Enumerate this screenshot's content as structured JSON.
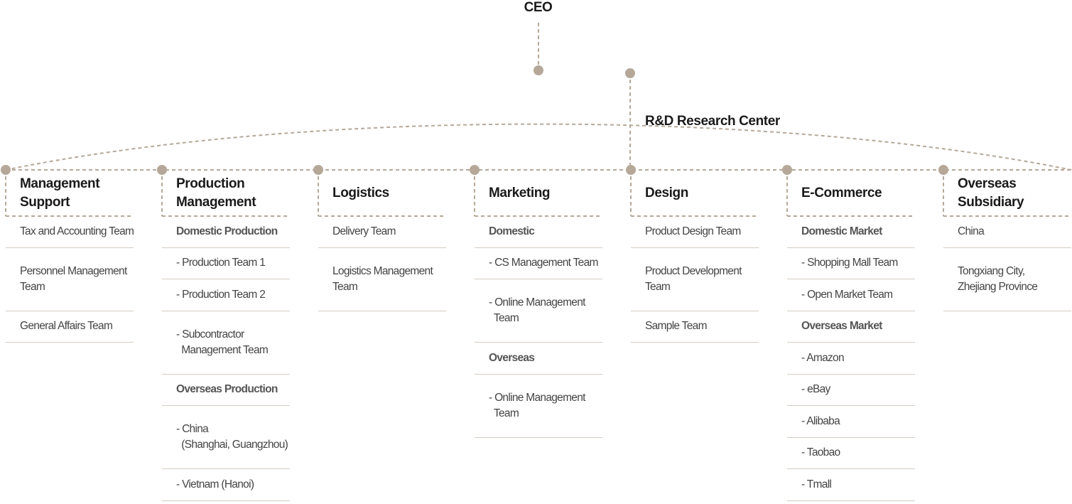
{
  "ceo": "CEO",
  "rnd": "R&D Research Center",
  "colors": {
    "dot": "#b5a898",
    "line": "#d5ccc2",
    "dash": "#b5a898"
  },
  "columns": [
    {
      "title": "Management\nSupport",
      "items": [
        {
          "text": "Tax and Accounting Team",
          "sub": false,
          "lines": 1
        },
        {
          "text": "Personnel Management\nTeam",
          "sub": false,
          "lines": 2
        },
        {
          "text": "General Affairs Team",
          "sub": false,
          "lines": 1
        }
      ]
    },
    {
      "title": "Production\nManagement",
      "items": [
        {
          "text": "Domestic Production",
          "sub": true,
          "lines": 1
        },
        {
          "text": "- Production Team 1",
          "sub": false,
          "lines": 1
        },
        {
          "text": "- Production Team 2",
          "sub": false,
          "lines": 1
        },
        {
          "text": "- Subcontractor\n  Management Team",
          "sub": false,
          "lines": 2
        },
        {
          "text": "Overseas Production",
          "sub": true,
          "lines": 1
        },
        {
          "text": "- China\n  (Shanghai, Guangzhou)",
          "sub": false,
          "lines": 2
        },
        {
          "text": "- Vietnam (Hanoi)",
          "sub": false,
          "lines": 1
        }
      ]
    },
    {
      "title": "Logistics",
      "items": [
        {
          "text": "Delivery Team",
          "sub": false,
          "lines": 1
        },
        {
          "text": "Logistics Management\nTeam",
          "sub": false,
          "lines": 2
        }
      ]
    },
    {
      "title": "Marketing",
      "items": [
        {
          "text": "Domestic",
          "sub": true,
          "lines": 1
        },
        {
          "text": "- CS Management Team",
          "sub": false,
          "lines": 1
        },
        {
          "text": "- Online Management\n  Team",
          "sub": false,
          "lines": 2
        },
        {
          "text": "Overseas",
          "sub": true,
          "lines": 1
        },
        {
          "text": "- Online Management\n  Team",
          "sub": false,
          "lines": 2
        }
      ]
    },
    {
      "title": "Design",
      "items": [
        {
          "text": "Product Design Team",
          "sub": false,
          "lines": 1
        },
        {
          "text": "Product Development\nTeam",
          "sub": false,
          "lines": 2
        },
        {
          "text": "Sample Team",
          "sub": false,
          "lines": 1
        }
      ]
    },
    {
      "title": "E-Commerce",
      "items": [
        {
          "text": "Domestic Market",
          "sub": true,
          "lines": 1
        },
        {
          "text": "- Shopping Mall Team",
          "sub": false,
          "lines": 1
        },
        {
          "text": "- Open Market Team",
          "sub": false,
          "lines": 1
        },
        {
          "text": "Overseas Market",
          "sub": true,
          "lines": 1
        },
        {
          "text": "- Amazon",
          "sub": false,
          "lines": 1
        },
        {
          "text": "- eBay",
          "sub": false,
          "lines": 1
        },
        {
          "text": "- Alibaba",
          "sub": false,
          "lines": 1
        },
        {
          "text": "- Taobao",
          "sub": false,
          "lines": 1
        },
        {
          "text": "- Tmall",
          "sub": false,
          "lines": 1
        }
      ]
    },
    {
      "title": "Overseas\nSubsidiary",
      "items": [
        {
          "text": "China",
          "sub": false,
          "lines": 1
        },
        {
          "text": "Tongxiang City,\nZhejiang Province",
          "sub": false,
          "lines": 2
        }
      ]
    }
  ]
}
